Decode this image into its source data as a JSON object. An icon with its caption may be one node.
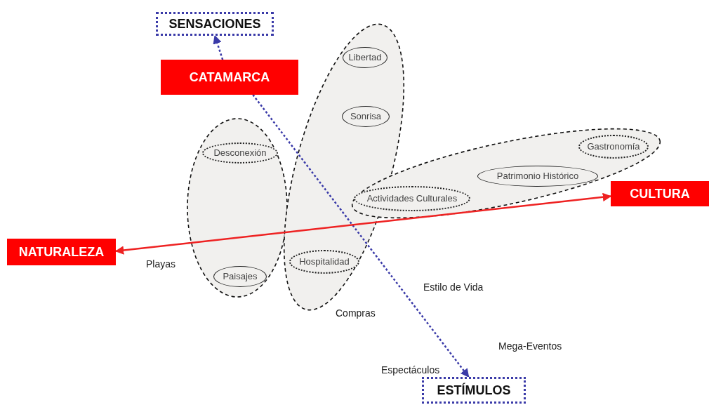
{
  "diagram": {
    "nodes": [
      {
        "text": [
          "SENSACIONES"
        ]
      },
      {
        "text": [
          "CATAMARCA"
        ]
      },
      {
        "text": [
          "CULTURA"
        ]
      },
      {
        "text": [
          "NATURALEZA"
        ]
      },
      {
        "text": [
          "ESTÍMULOS"
        ]
      },
      {
        "text": [],
        "shape": "ellipse"
      },
      {
        "text": [
          "Desconexión"
        ],
        "in": 5
      },
      {
        "text": [
          "Paisajes"
        ],
        "in": 5
      },
      {
        "text": [],
        "shape": "ellipse"
      },
      {
        "text": [
          "Libertad"
        ],
        "in": 8
      },
      {
        "text": [
          "Sonrisa"
        ],
        "in": 8
      },
      {
        "text": [
          "Hospitalidad"
        ],
        "in": 8
      },
      {
        "text": [],
        "shape": "ellipse"
      },
      {
        "text": [
          "Gastronomía"
        ],
        "in": 12
      },
      {
        "text": [
          "Patrimonio Histórico"
        ],
        "in": 12
      },
      {
        "text": [
          "Actividades Culturales"
        ],
        "in": 12
      }
    ],
    "edges": [
      {
        "from": 1,
        "to": 0,
        "arrow": "to",
        "style": "dashed",
        "color": "#3a3aa8"
      },
      {
        "from": 1,
        "to": 4,
        "arrow": "to",
        "style": "dashed",
        "color": "#3a3aa8"
      },
      {
        "from": 3,
        "to": 2,
        "arrow": "both",
        "color": "#ee2222"
      }
    ],
    "labels": [
      "Playas",
      "Compras",
      "Estilo de Vida",
      "Mega-Eventos",
      "Espectáculos"
    ]
  }
}
